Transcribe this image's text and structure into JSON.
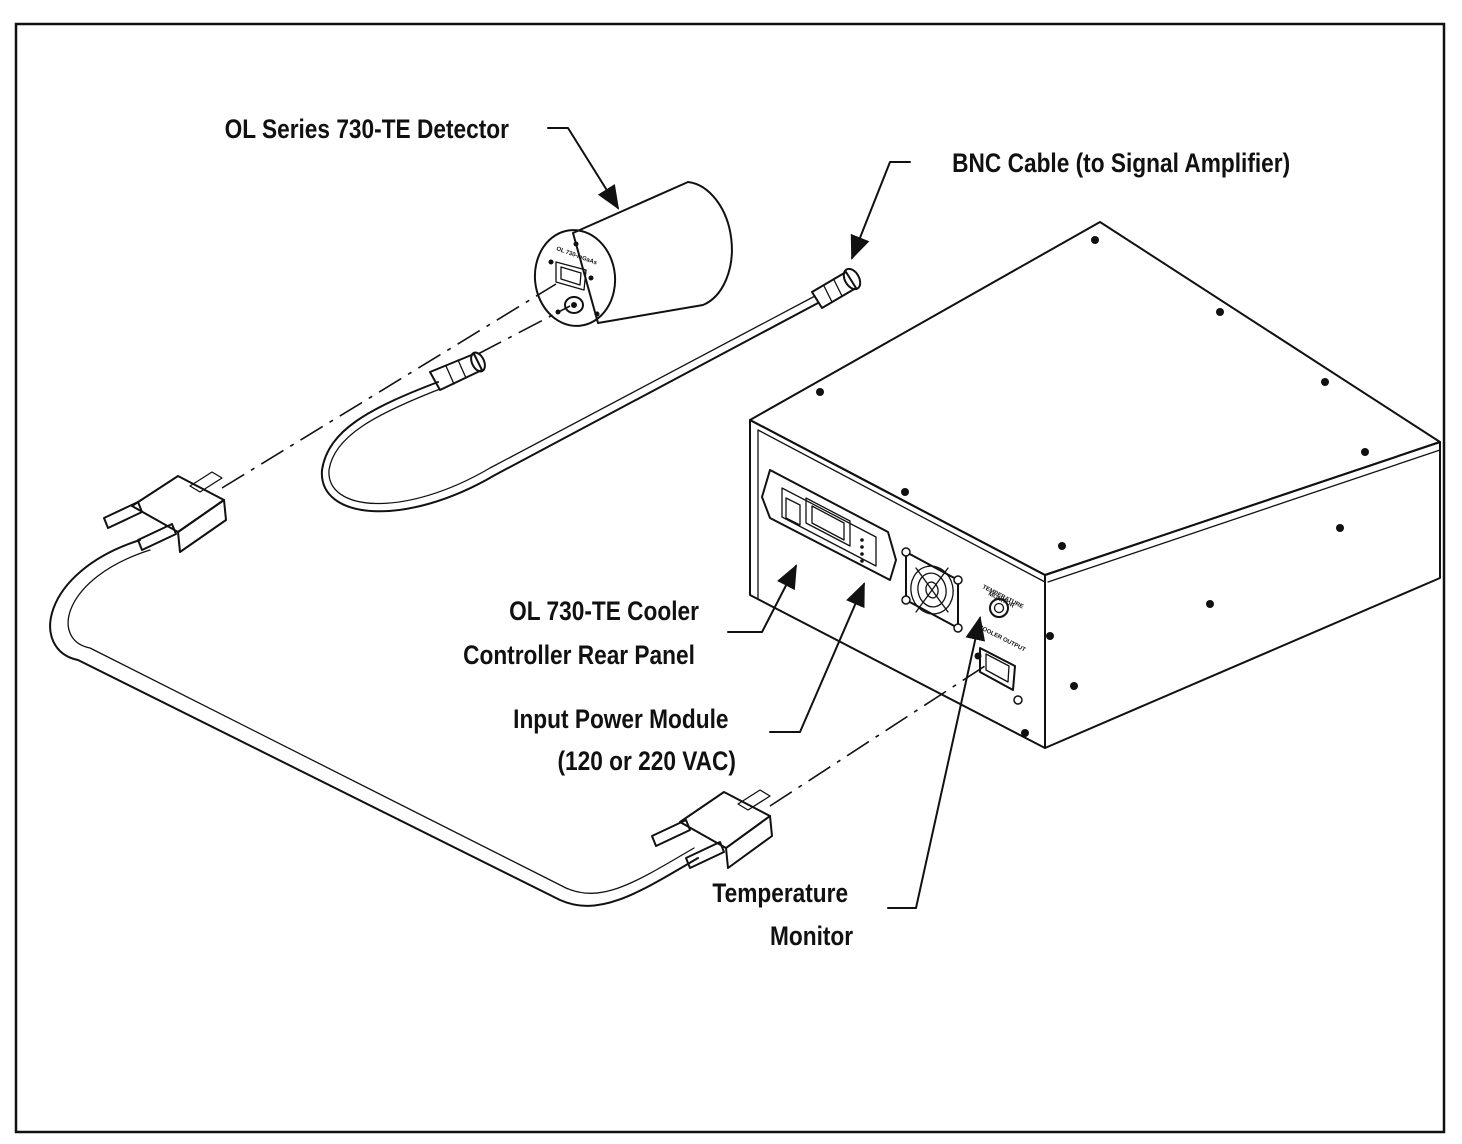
{
  "labels": {
    "detector": "OL Series 730-TE Detector",
    "bnc_cable": "BNC Cable (to Signal Amplifier)",
    "rear_panel_line1": "OL 730-TE Cooler",
    "rear_panel_line2": "Controller Rear Panel",
    "power_module_line1": "Input Power Module",
    "power_module_line2": "(120 or 220 VAC)",
    "temp_monitor_line1": "Temperature",
    "temp_monitor_line2": "Monitor"
  },
  "panel_text": {
    "temperature": "TEMPERATURE",
    "monitor": "MONITOR",
    "cooler_output": "COOLER OUTPUT"
  },
  "detector_face_text": "OL 730-InGaAs"
}
